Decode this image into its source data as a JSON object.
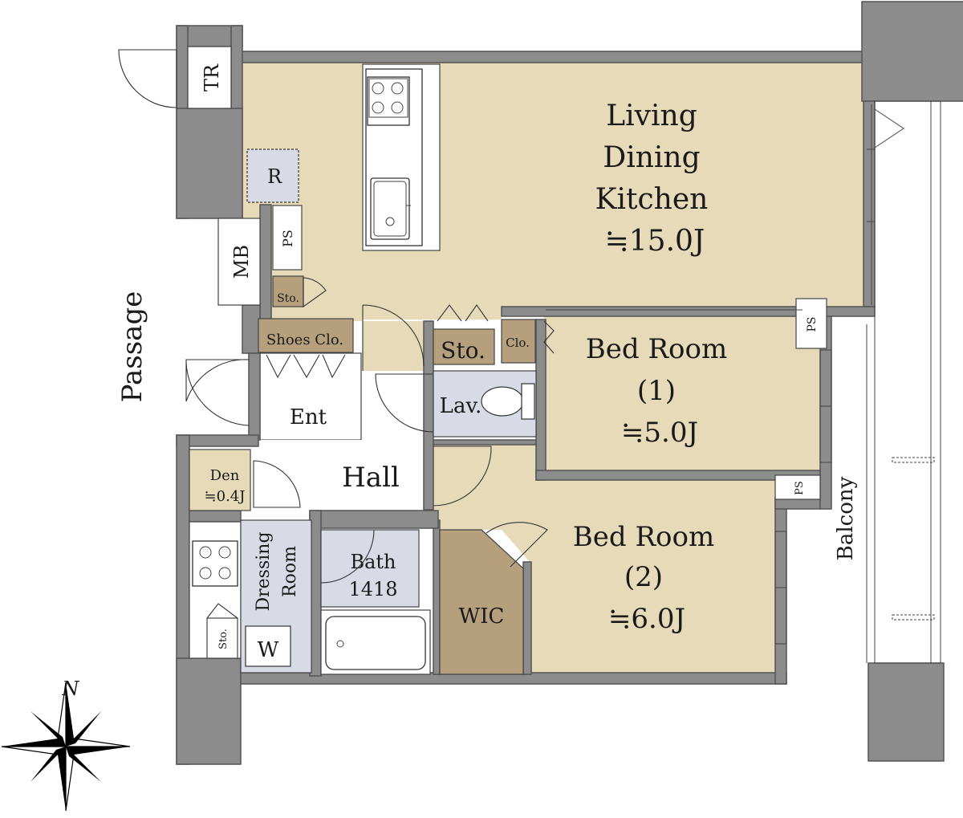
{
  "rooms": {
    "ldk": {
      "line1": "Living",
      "line2": "Dining",
      "line3": "Kitchen",
      "size": "≒15.0J"
    },
    "bed1": {
      "line1": "Bed Room",
      "line2": "(1)",
      "size": "≒5.0J"
    },
    "bed2": {
      "line1": "Bed Room",
      "line2": "(2)",
      "size": "≒6.0J"
    },
    "den": {
      "line1": "Den",
      "size": "≒0.4J"
    },
    "bath": {
      "line1": "Bath",
      "line2": "1418"
    },
    "dressing": {
      "line1": "Dressing",
      "line2": "Room"
    },
    "entrance": "Ent",
    "hall": "Hall",
    "wic": "WIC",
    "lav": "Lav.",
    "storage": "Sto.",
    "closet": "Clo.",
    "shoes_closet": "Shoes Clo.",
    "small_storage_1": "Sto.",
    "small_storage_2": "Sto.",
    "washer": "W",
    "refrigerator": "R"
  },
  "labels": {
    "trunk_room": "TR",
    "meter_box": "MB",
    "pipe_space_1": "PS",
    "pipe_space_2": "PS",
    "pipe_space_3": "PS",
    "passage": "Passage",
    "balcony": "Balcony",
    "north": "N"
  },
  "colors": {
    "ldk_fill": "#e6dab9",
    "wet_area_fill": "#d8dbe6",
    "storage_fill": "#b69f7c",
    "wall_fill": "#8c8c8c"
  },
  "icons": [
    "compass-icon",
    "stove-icon",
    "sink-icon",
    "toilet-icon",
    "bathtub-icon"
  ]
}
